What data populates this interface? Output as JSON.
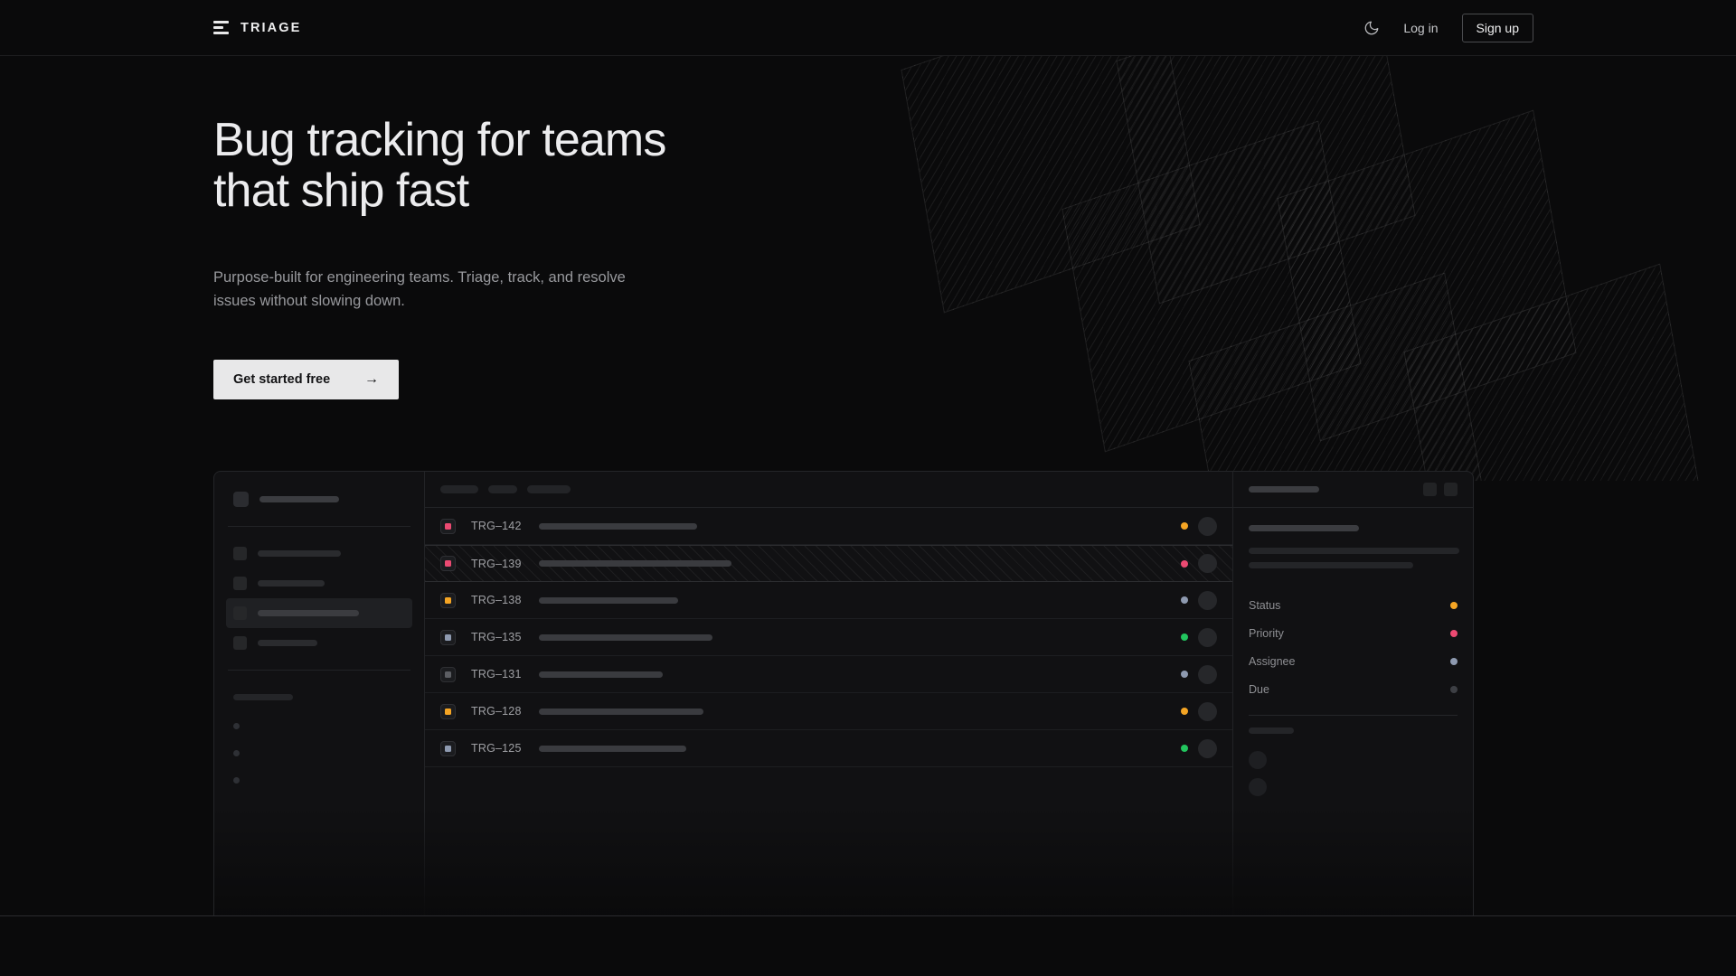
{
  "brand": {
    "name": "TRIAGE",
    "mark_icon": "stacked-bars-icon"
  },
  "header": {
    "theme_toggle_icon": "moon-icon",
    "login_label": "Log in",
    "signup_label": "Sign up"
  },
  "hero": {
    "heading_line1": "Bug tracking for teams",
    "heading_line2": "that ship fast",
    "subtext": "Purpose-built for engineering teams. Triage, track, and resolve issues without slowing down.",
    "cta_label": "Get started free",
    "cta_arrow": "→"
  },
  "colors": {
    "background": "#0a0a0b",
    "panel": "#111113",
    "border": "#242528",
    "text_primary": "#ececee",
    "text_muted": "#98999d",
    "cta_bg": "#e8e8e9",
    "accent_pink": "#ec4a72",
    "accent_orange": "#f5a524",
    "accent_green": "#22c55e",
    "accent_slate": "#8e9ab0",
    "accent_grey": "#5c5e63"
  },
  "app_mock": {
    "sidebar": {
      "workspace_bar_width": 88,
      "nav_items": [
        {
          "label_width": 92,
          "active": false
        },
        {
          "label_width": 74,
          "active": false
        },
        {
          "label_width": 112,
          "active": true
        },
        {
          "label_width": 66,
          "active": false
        }
      ],
      "section_label_width": 66,
      "sub_items": 3
    },
    "list": {
      "header_chips": [
        42,
        32,
        48
      ],
      "rows": [
        {
          "id": "TRG–142",
          "priority_color": "#ec4a72",
          "title_width": 175,
          "status_color": "#f5a524",
          "selected": false
        },
        {
          "id": "TRG–139",
          "priority_color": "#ec4a72",
          "title_width": 213,
          "status_color": "#ec4a72",
          "selected": true
        },
        {
          "id": "TRG–138",
          "priority_color": "#f5a524",
          "title_width": 154,
          "status_color": "#8e9ab0",
          "selected": false
        },
        {
          "id": "TRG–135",
          "priority_color": "#8e9ab0",
          "title_width": 192,
          "status_color": "#22c55e",
          "selected": false
        },
        {
          "id": "TRG–131",
          "priority_color": "#5c5e63",
          "title_width": 137,
          "status_color": "#8e9ab0",
          "selected": false
        },
        {
          "id": "TRG–128",
          "priority_color": "#f5a524",
          "title_width": 182,
          "status_color": "#f5a524",
          "selected": false
        },
        {
          "id": "TRG–125",
          "priority_color": "#8e9ab0",
          "title_width": 163,
          "status_color": "#22c55e",
          "selected": false
        }
      ]
    },
    "detail": {
      "header_bar_width": 78,
      "header_buttons": 2,
      "title_bar_width": 122,
      "body_bar_widths": [
        233,
        182
      ],
      "meta": [
        {
          "label": "Status",
          "dot_color": "#f5a524"
        },
        {
          "label": "Priority",
          "dot_color": "#ec4a72"
        },
        {
          "label": "Assignee",
          "dot_color": "#8e9ab0"
        },
        {
          "label": "Due",
          "dot_color": "#3d3f44"
        }
      ],
      "footer_label_width": 50,
      "footer_avatars": 2
    }
  }
}
